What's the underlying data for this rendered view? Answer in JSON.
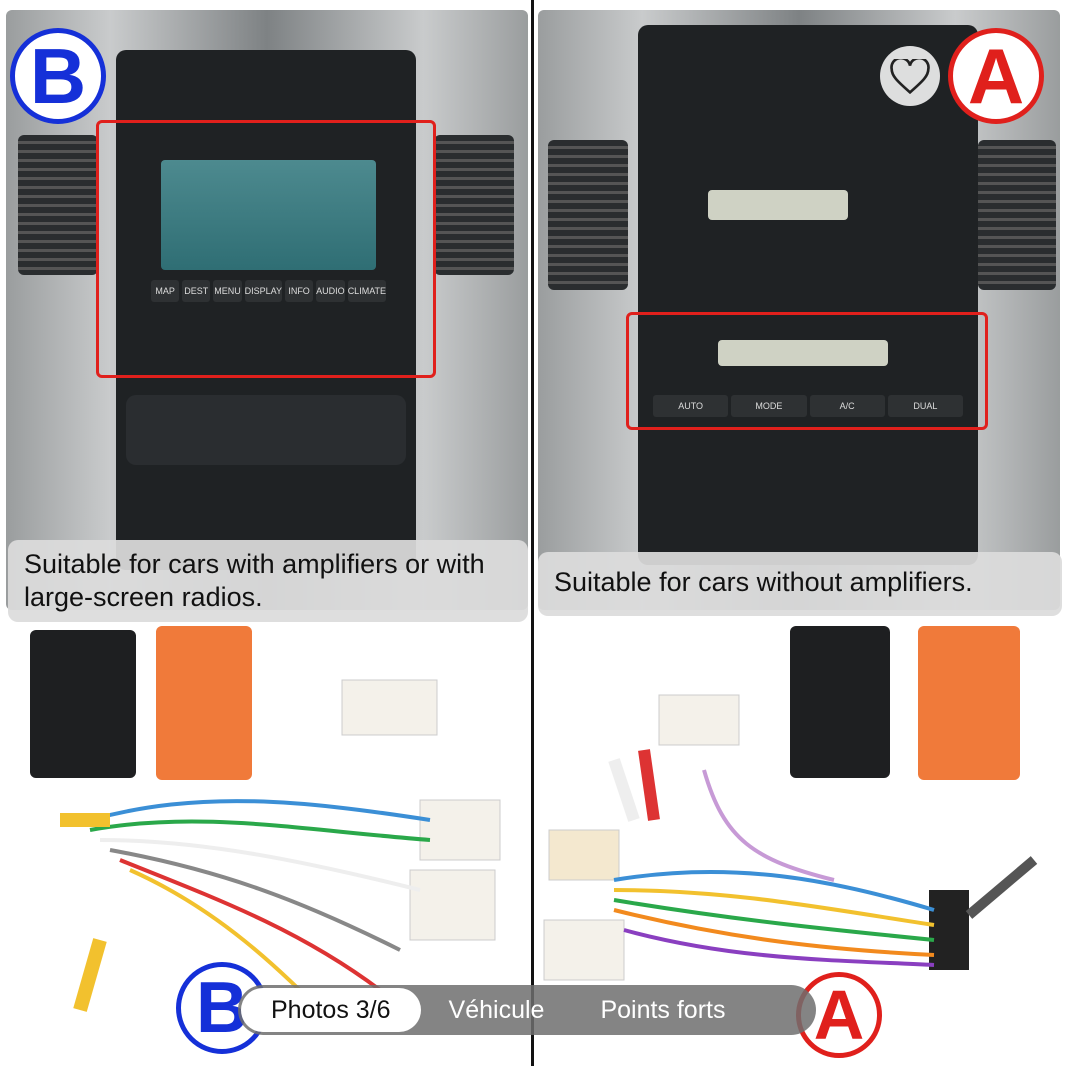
{
  "left_panel": {
    "badge": "B",
    "caption": "Suitable for cars with amplifiers or with large-screen radios.",
    "radio_buttons": [
      "MAP",
      "DEST",
      "MENU",
      "DISPLAY",
      "INFO",
      "AUDIO",
      "CLIMATE"
    ]
  },
  "right_panel": {
    "badge": "A",
    "caption": "Suitable for cars without amplifiers.",
    "climate_buttons": [
      "AUTO",
      "MODE",
      "A/C",
      "DUAL"
    ]
  },
  "bottom_badges": {
    "left": "B",
    "right": "A"
  },
  "tabs": [
    {
      "label": "Photos 3/6",
      "active": true
    },
    {
      "label": "Véhicule",
      "active": false
    },
    {
      "label": "Points forts",
      "active": false
    }
  ],
  "favorite": {
    "icon": "heart-icon"
  },
  "colors": {
    "highlight": "#e0201c",
    "badge_b": "#1530d8",
    "badge_a": "#e0201c"
  }
}
